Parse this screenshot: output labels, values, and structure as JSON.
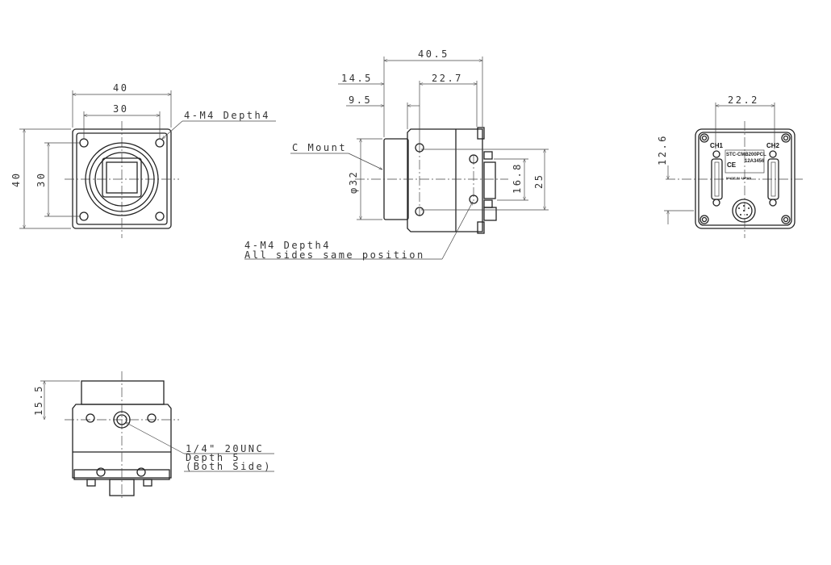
{
  "front_view": {
    "width_outer": "40",
    "width_holes": "30",
    "height_outer": "40",
    "height_holes": "30",
    "hole_note": "4-M4 Depth4"
  },
  "side_view": {
    "length_total": "40.5",
    "dim_14_5": "14.5",
    "dim_22_7": "22.7",
    "dim_9_5": "9.5",
    "mount_label": "C Mount",
    "diameter": "φ32",
    "dim_25": "25",
    "dim_16_8": "16.8",
    "hole_note_1": "4-M4 Depth4",
    "hole_note_2": "All sides same position"
  },
  "rear_view": {
    "dim_22_2": "22.2",
    "dim_12_6": "12.6",
    "ch1": "CH1",
    "ch2": "CH2",
    "model": "STC-CMB200PCL",
    "serial": "12A3456",
    "made_in": "MADE IN JAPAN",
    "ce_mark": "CE"
  },
  "bottom_view": {
    "dim_15_5": "15.5",
    "tripod_note_1": "1/4\" 20UNC",
    "tripod_note_2": "Depth 5",
    "tripod_note_3": "(Both Side)"
  }
}
